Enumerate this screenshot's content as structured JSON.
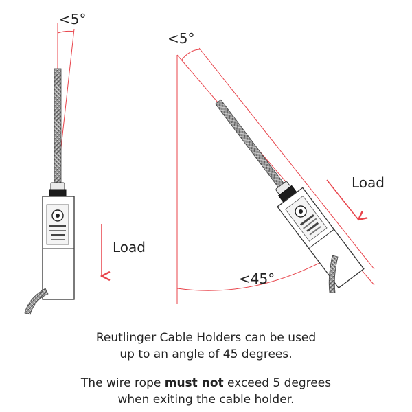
{
  "left_figure": {
    "angle_label": "<5°",
    "load_label": "Load"
  },
  "right_figure": {
    "wire_angle_label": "<5°",
    "holder_angle_label": "<45°",
    "load_label": "Load"
  },
  "caption": {
    "line1": "Reutlinger Cable Holders can be used",
    "line2": "up to an angle of 45 degrees.",
    "line3_pre": "The wire rope ",
    "line3_bold": "must not",
    "line3_post": " exceed 5 degrees",
    "line4": "when exiting the cable holder."
  },
  "colors": {
    "guide_red": "#e8434a",
    "outline": "#333333",
    "cable_grey": "#8a8a8a"
  }
}
